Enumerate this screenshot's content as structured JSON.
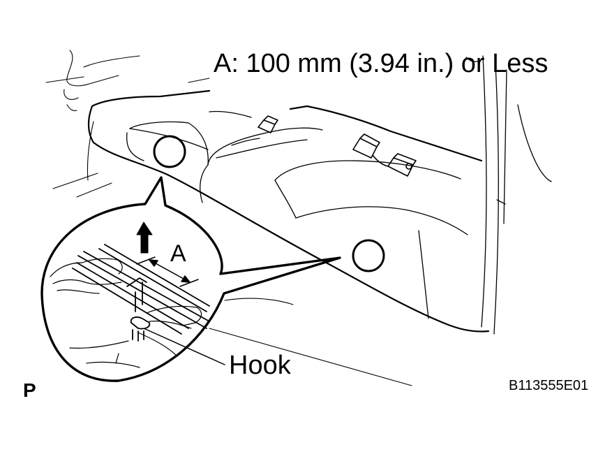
{
  "labels": {
    "specification": "A: 100 mm (3.94 in.) or Less",
    "dimension_letter": "A",
    "hook": "Hook",
    "page_letter": "P",
    "reference_code": "B113555E01"
  }
}
